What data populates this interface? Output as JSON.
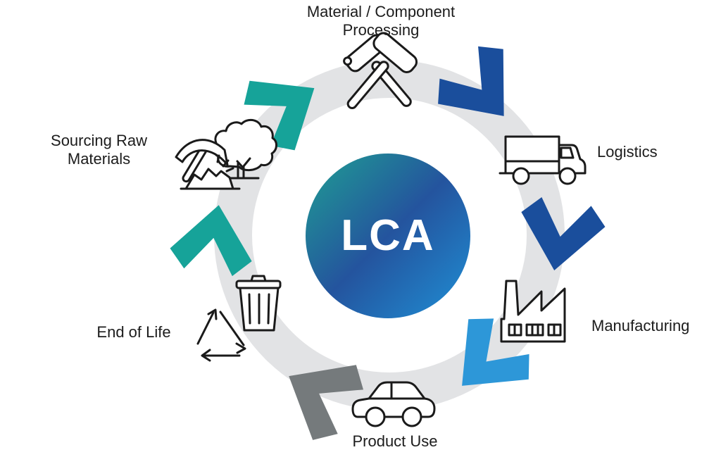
{
  "center": {
    "label": "LCA",
    "gradient": {
      "from": "#1F9F93",
      "mid": "#24549E",
      "to": "#1F8FD5"
    }
  },
  "ring_color": "#E2E3E5",
  "text_color": "#1C1C1C",
  "stages": [
    {
      "id": "material-processing",
      "label": "Material / Component Processing",
      "icon": "crossed-hammers-icon"
    },
    {
      "id": "logistics",
      "label": "Logistics",
      "icon": "truck-icon"
    },
    {
      "id": "manufacturing",
      "label": "Manufacturing",
      "icon": "factory-icon"
    },
    {
      "id": "product-use",
      "label": "Product Use",
      "icon": "car-icon"
    },
    {
      "id": "end-of-life",
      "label": "End of Life",
      "icon": "trash-recycle-icon"
    },
    {
      "id": "sourcing-raw-materials",
      "label": "Sourcing Raw Materials",
      "icon": "pickaxe-tree-icon"
    }
  ],
  "arrows": [
    {
      "position": "top-left",
      "color": "#16A399"
    },
    {
      "position": "top-right",
      "color": "#1A4E9C"
    },
    {
      "position": "right",
      "color": "#1A4E9C"
    },
    {
      "position": "bottom-right",
      "color": "#2D97D8"
    },
    {
      "position": "bottom-left",
      "color": "#757A7C"
    },
    {
      "position": "left",
      "color": "#16A399"
    }
  ]
}
